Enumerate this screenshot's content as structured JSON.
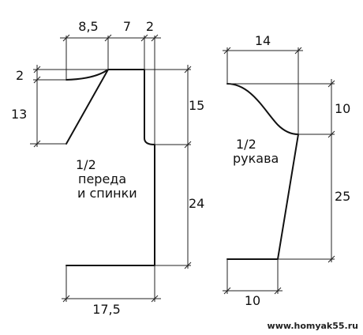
{
  "front_back": {
    "label_line1": "1/2",
    "label_line2": "переда",
    "label_line3": "и спинки",
    "dims": {
      "top_left": "8,5",
      "top_mid": "7",
      "top_right": "2",
      "left_small": "2",
      "left_armhole": "13",
      "right_upper": "15",
      "right_lower": "24",
      "bottom": "17,5"
    }
  },
  "sleeve": {
    "label_line1": "1/2",
    "label_line2": "рукава",
    "dims": {
      "top": "14",
      "right_upper": "10",
      "right_lower": "25",
      "bottom": "10"
    }
  },
  "watermark": "www.homyak55.ru"
}
